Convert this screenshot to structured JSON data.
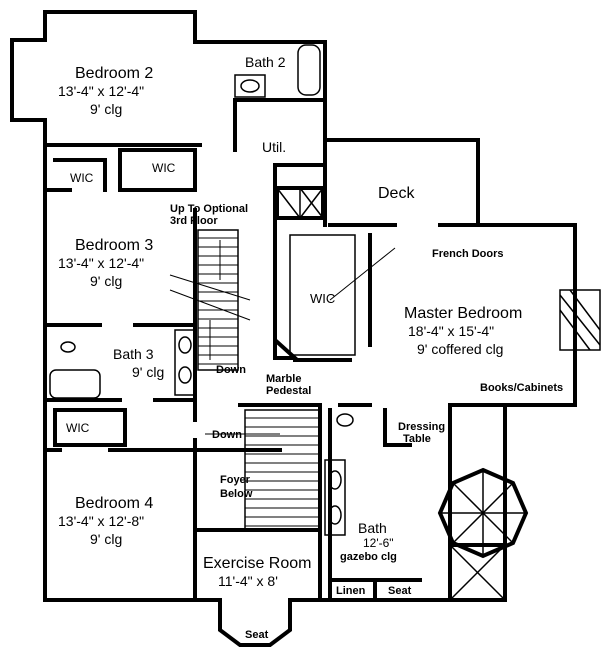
{
  "rooms": {
    "bedroom2": {
      "name": "Bedroom 2",
      "size": "13'-4\" x 12'-4\"",
      "ceiling": "9' clg"
    },
    "bath2": {
      "name": "Bath 2"
    },
    "util": {
      "name": "Util."
    },
    "wic_bed2": {
      "name": "WIC"
    },
    "wic_bed3": {
      "name": "WIC"
    },
    "deck": {
      "name": "Deck"
    },
    "stairs_up": {
      "line1": "Up To Optional",
      "line2": "3rd Floor"
    },
    "bedroom3": {
      "name": "Bedroom 3",
      "size": "13'-4\" x 12'-4\"",
      "ceiling": "9' clg"
    },
    "french_doors": {
      "name": "French Doors"
    },
    "wic_master": {
      "name": "WIC"
    },
    "master": {
      "name": "Master Bedroom",
      "size": "18'-4\" x 15'-4\"",
      "ceiling": "9' coffered clg"
    },
    "bath3": {
      "name": "Bath 3",
      "ceiling": "9' clg"
    },
    "down1": {
      "name": "Down"
    },
    "marble": {
      "line1": "Marble",
      "line2": "Pedestal"
    },
    "books": {
      "name": "Books/Cabinets"
    },
    "wic_bed4": {
      "name": "WIC"
    },
    "down2": {
      "name": "Down"
    },
    "dressing": {
      "line1": "Dressing",
      "line2": "Table"
    },
    "foyer": {
      "line1": "Foyer",
      "line2": "Below"
    },
    "bedroom4": {
      "name": "Bedroom 4",
      "size": "13'-4\" x 12'-8\"",
      "ceiling": "9' clg"
    },
    "bath": {
      "name": "Bath",
      "size": "12'-6\"",
      "ceiling": "gazebo clg"
    },
    "exercise": {
      "name": "Exercise Room",
      "size": "11'-4\" x 8'"
    },
    "linen": {
      "name": "Linen"
    },
    "seat1": {
      "name": "Seat"
    },
    "seat2": {
      "name": "Seat"
    }
  }
}
